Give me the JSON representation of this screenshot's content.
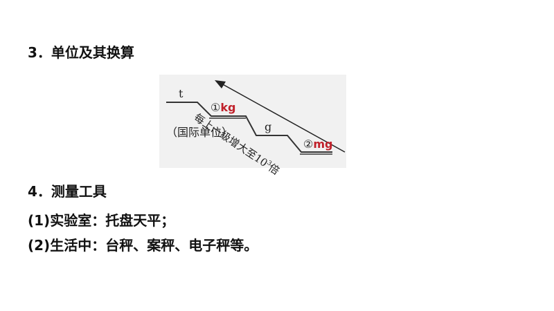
{
  "section3": {
    "title": "3．单位及其换算"
  },
  "diagram": {
    "unit_t": "t",
    "slot1": {
      "marker": "①",
      "answer": "kg"
    },
    "slot1_note": "（国际单位）",
    "unit_g": "g",
    "slot2": {
      "marker": "②",
      "answer": "mg"
    },
    "arrow_label": {
      "text": "每上一级增大至10",
      "sup": "3",
      "suffix": "倍"
    },
    "answer_color": "#c0202a"
  },
  "section4": {
    "title": "4．测量工具",
    "items": [
      "(1)实验室：托盘天平；",
      "(2)生活中：台秤、案秤、电子秤等。"
    ]
  }
}
